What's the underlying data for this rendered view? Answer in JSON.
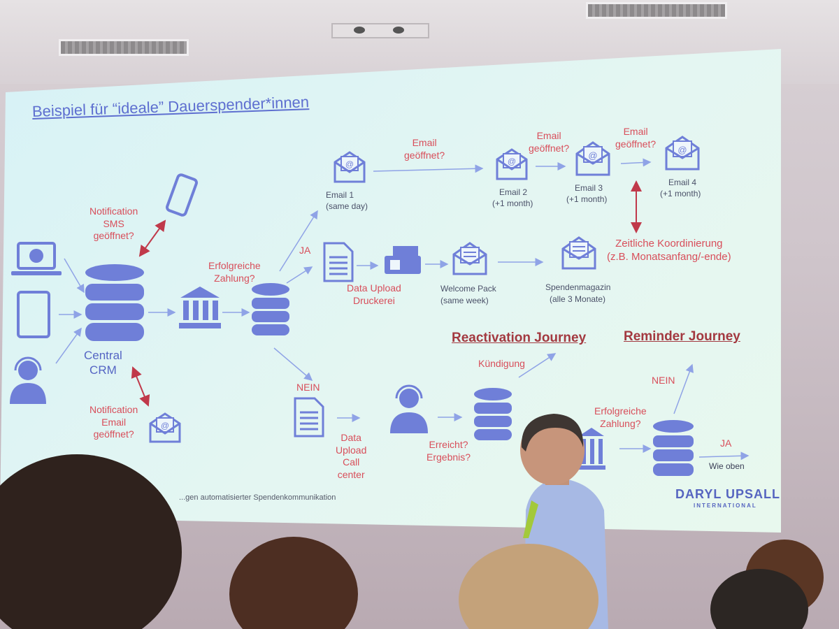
{
  "slide": {
    "title": "Beispiel für “ideale” Dauerspender*innen",
    "sources": {
      "notification_sms": "Notification\nSMS\ngeöffnet?",
      "notification_email": "Notification\nEmail\ngeöffnet?",
      "central_crm": "Central\nCRM"
    },
    "payment": {
      "question": "Erfolgreiche\nZahlung?",
      "yes": "JA",
      "no": "NEIN"
    },
    "emails": [
      {
        "name": "Email 1",
        "timing": "(same day)"
      },
      {
        "name": "Email 2",
        "timing": "(+1 month)"
      },
      {
        "name": "Email 3",
        "timing": "(+1 month)"
      },
      {
        "name": "Email 4",
        "timing": "(+1 month)"
      }
    ],
    "email_opened": "Email\ngeöffnet?",
    "coordination": "Zeitliche Koordinierung\n(z.B. Monatsanfang/-ende)",
    "print_flow": {
      "data_upload": "Data Upload\nDruckerei",
      "welcome_pack": "Welcome Pack",
      "welcome_timing": "(same week)",
      "magazine": "Spendenmagazin",
      "magazine_timing": "(alle 3 Monate)"
    },
    "call_flow": {
      "data_upload": "Data\nUpload\nCall\ncenter",
      "reached": "Erreicht?\nErgebnis?",
      "cancellation": "Kündigung",
      "payment_question": "Erfolgreiche\nZahlung?",
      "no": "NEIN",
      "yes": "JA",
      "as_above": "Wie oben"
    },
    "journeys": {
      "reactivation": "Reactivation Journey",
      "reminder": "Reminder Journey"
    },
    "footer": "...gen automatisierter Spendenkommunikation",
    "logo": {
      "name": "DARYL UPSALL",
      "sub": "INTERNATIONAL"
    }
  },
  "colors": {
    "slide_bg": "#dff4f4",
    "icon_blue": "#6f7fd8",
    "label_red": "#d84e5a",
    "title_blue": "#5e6fd0",
    "journey_red": "#a33940"
  },
  "icons": [
    "laptop-icon",
    "tablet-icon",
    "headset-agent-icon",
    "database-icon",
    "bank-icon",
    "envelope-icon",
    "smartphone-icon",
    "document-icon",
    "printer-icon"
  ]
}
